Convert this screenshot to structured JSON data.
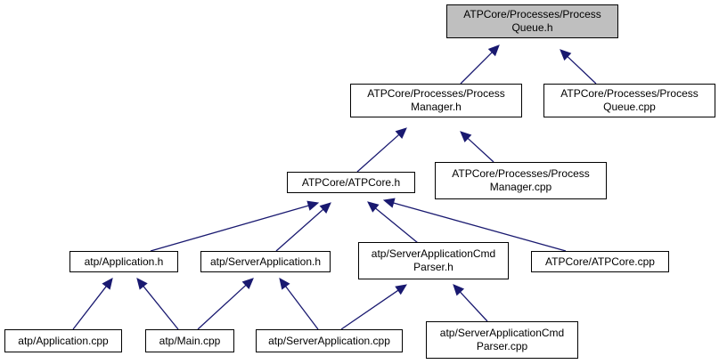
{
  "graph": {
    "nodes": {
      "pq_h": {
        "lines": [
          "ATPCore/Processes/Process",
          "Queue.h"
        ],
        "root": true
      },
      "pm_h": {
        "lines": [
          "ATPCore/Processes/Process",
          "Manager.h"
        ]
      },
      "pq_cpp": {
        "lines": [
          "ATPCore/Processes/Process",
          "Queue.cpp"
        ]
      },
      "core_h": {
        "lines": [
          "ATPCore/ATPCore.h"
        ]
      },
      "pm_cpp": {
        "lines": [
          "ATPCore/Processes/Process",
          "Manager.cpp"
        ]
      },
      "app_h": {
        "lines": [
          "atp/Application.h"
        ]
      },
      "sapp_h": {
        "lines": [
          "atp/ServerApplication.h"
        ]
      },
      "sacp_h": {
        "lines": [
          "atp/ServerApplicationCmd",
          "Parser.h"
        ]
      },
      "core_cpp": {
        "lines": [
          "ATPCore/ATPCore.cpp"
        ]
      },
      "app_cpp": {
        "lines": [
          "atp/Application.cpp"
        ]
      },
      "main_cpp": {
        "lines": [
          "atp/Main.cpp"
        ]
      },
      "sapp_cpp": {
        "lines": [
          "atp/ServerApplication.cpp"
        ]
      },
      "sacp_cpp": {
        "lines": [
          "atp/ServerApplicationCmd",
          "Parser.cpp"
        ]
      }
    },
    "edges": [
      {
        "from": "pm_h",
        "to": "pq_h"
      },
      {
        "from": "pq_cpp",
        "to": "pq_h"
      },
      {
        "from": "core_h",
        "to": "pm_h"
      },
      {
        "from": "pm_cpp",
        "to": "pm_h"
      },
      {
        "from": "app_h",
        "to": "core_h"
      },
      {
        "from": "sapp_h",
        "to": "core_h"
      },
      {
        "from": "sacp_h",
        "to": "core_h"
      },
      {
        "from": "core_cpp",
        "to": "core_h"
      },
      {
        "from": "app_cpp",
        "to": "app_h"
      },
      {
        "from": "main_cpp",
        "to": "app_h"
      },
      {
        "from": "main_cpp",
        "to": "sapp_h"
      },
      {
        "from": "sapp_cpp",
        "to": "sapp_h"
      },
      {
        "from": "sapp_cpp",
        "to": "sacp_h"
      },
      {
        "from": "sacp_cpp",
        "to": "sacp_h"
      }
    ],
    "colors": {
      "edge": "#191970",
      "root_fill": "#bfbfbf",
      "border": "#000000"
    }
  }
}
